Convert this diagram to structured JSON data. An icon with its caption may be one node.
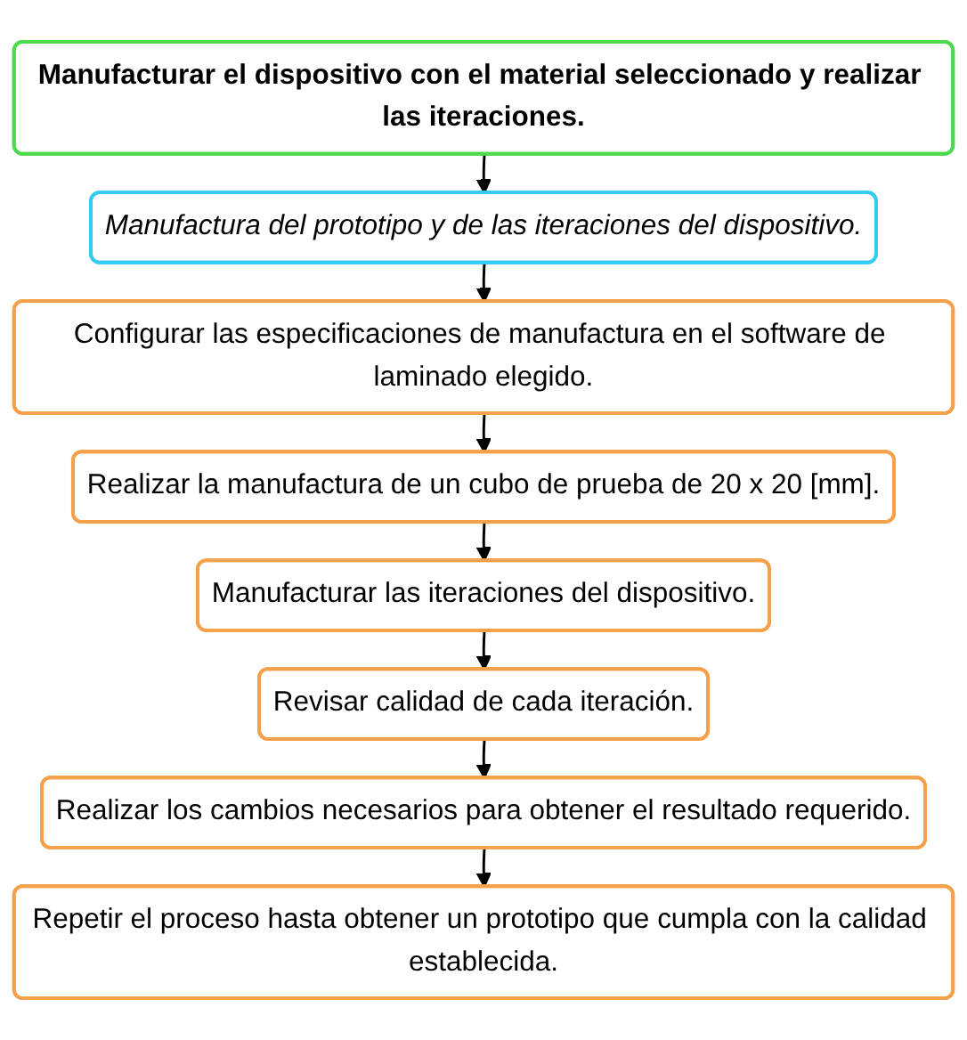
{
  "diagram": {
    "nodes": [
      {
        "text": [
          "Manufacturar el dispositivo con el material seleccionado y realizar las iteraciones."
        ]
      },
      {
        "text": [
          "Manufactura del prototipo y de las iteraciones del dispositivo."
        ]
      },
      {
        "text": [
          "Configurar las especificaciones de manufactura en el software de laminado elegido."
        ]
      },
      {
        "text": [
          "Realizar la manufactura de un cubo de prueba de 20 x 20 [mm]."
        ]
      },
      {
        "text": [
          "Manufacturar las iteraciones del dispositivo."
        ]
      },
      {
        "text": [
          "Revisar calidad de cada iteración."
        ]
      },
      {
        "text": [
          "Realizar los cambios necesarios para obtener el resultado requerido."
        ]
      },
      {
        "text": [
          "Repetir el proceso hasta obtener un prototipo que cumpla con la calidad establecida."
        ]
      }
    ],
    "edges": [
      {
        "from": 0,
        "to": 1,
        "arrow": "to"
      },
      {
        "from": 1,
        "to": 2,
        "arrow": "to"
      },
      {
        "from": 2,
        "to": 3,
        "arrow": "to"
      },
      {
        "from": 3,
        "to": 4,
        "arrow": "to"
      },
      {
        "from": 4,
        "to": 5,
        "arrow": "to"
      },
      {
        "from": 5,
        "to": 6,
        "arrow": "to"
      },
      {
        "from": 6,
        "to": 7,
        "arrow": "to"
      }
    ]
  }
}
